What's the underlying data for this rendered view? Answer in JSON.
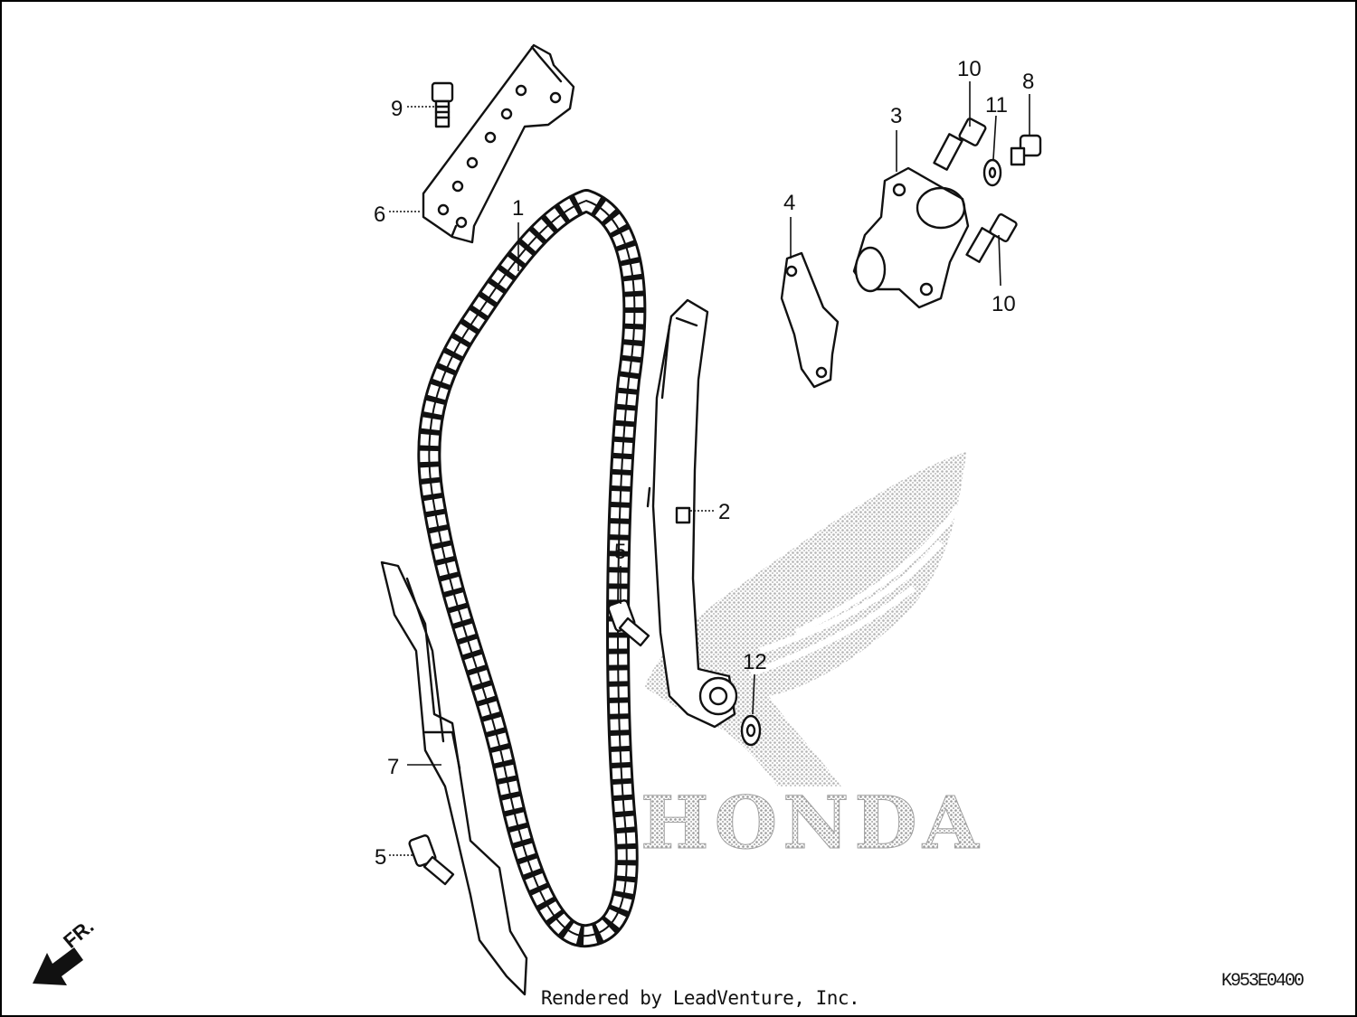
{
  "diagram": {
    "callouts": [
      {
        "id": "1",
        "text": "1"
      },
      {
        "id": "2",
        "text": "2"
      },
      {
        "id": "3",
        "text": "3"
      },
      {
        "id": "4",
        "text": "4"
      },
      {
        "id": "5a",
        "text": "5"
      },
      {
        "id": "5b",
        "text": "5"
      },
      {
        "id": "6",
        "text": "6"
      },
      {
        "id": "7",
        "text": "7"
      },
      {
        "id": "8",
        "text": "8"
      },
      {
        "id": "9",
        "text": "9"
      },
      {
        "id": "10a",
        "text": "10"
      },
      {
        "id": "10b",
        "text": "10"
      },
      {
        "id": "11",
        "text": "11"
      },
      {
        "id": "12",
        "text": "12"
      }
    ],
    "front_arrow_label": "FR.",
    "watermark_text": "HONDA",
    "diagram_code": "K953E0400",
    "credit": "Rendered by LeadVenture, Inc."
  },
  "colors": {
    "line": "#111111",
    "watermark": "#b8b8b8",
    "background": "#ffffff"
  }
}
